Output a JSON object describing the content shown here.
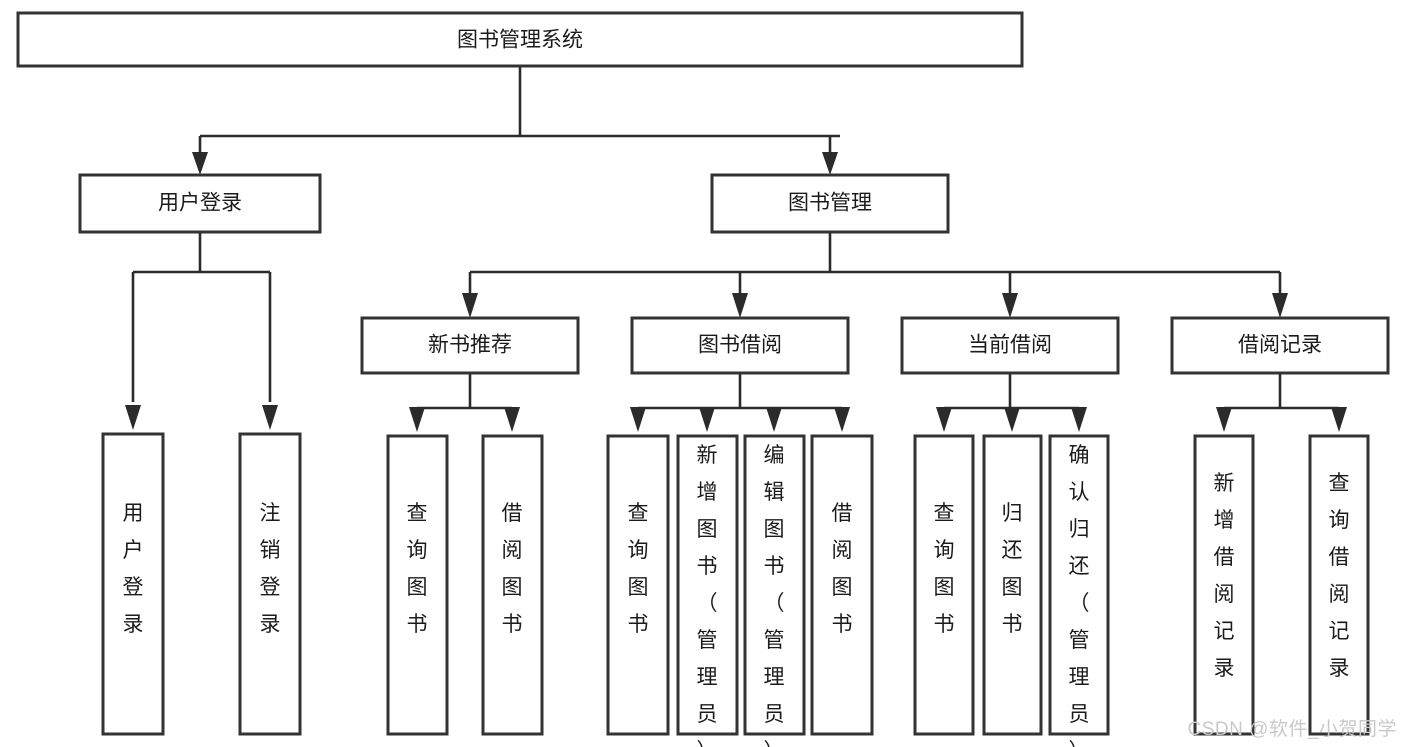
{
  "diagram": {
    "type": "tree-hierarchy",
    "orientation": "top-down",
    "root": {
      "id": "root",
      "label": "图书管理系统"
    },
    "level1": [
      {
        "id": "user-login",
        "label": "用户登录"
      },
      {
        "id": "book-management",
        "label": "图书管理"
      }
    ],
    "level2": [
      {
        "id": "new-book-recommend",
        "label": "新书推荐",
        "parent": "book-management"
      },
      {
        "id": "book-borrow",
        "label": "图书借阅",
        "parent": "book-management"
      },
      {
        "id": "current-borrow",
        "label": "当前借阅",
        "parent": "book-management"
      },
      {
        "id": "borrow-record",
        "label": "借阅记录",
        "parent": "book-management"
      }
    ],
    "leaves": {
      "user-login": [
        {
          "id": "leaf-user-login",
          "label": "用户登录"
        },
        {
          "id": "leaf-logout-login",
          "label": "注销登录"
        }
      ],
      "new-book-recommend": [
        {
          "id": "leaf-query-book-1",
          "label": "查询图书"
        },
        {
          "id": "leaf-borrow-book-1",
          "label": "借阅图书"
        }
      ],
      "book-borrow": [
        {
          "id": "leaf-query-book-2",
          "label": "查询图书"
        },
        {
          "id": "leaf-add-book",
          "label": "新增图书（管理员）"
        },
        {
          "id": "leaf-edit-book",
          "label": "编辑图书（管理员）"
        },
        {
          "id": "leaf-borrow-book-2",
          "label": "借阅图书"
        }
      ],
      "current-borrow": [
        {
          "id": "leaf-query-book-3",
          "label": "查询图书"
        },
        {
          "id": "leaf-return-book",
          "label": "归还图书"
        },
        {
          "id": "leaf-confirm-return",
          "label": "确认归还（管理员）"
        }
      ],
      "borrow-record": [
        {
          "id": "leaf-add-record",
          "label": "新增借阅记录"
        },
        {
          "id": "leaf-query-record",
          "label": "查询借阅记录"
        }
      ]
    }
  },
  "watermark": {
    "text": "CSDN @软件_小贺同学"
  },
  "colors": {
    "box_stroke": "#333333",
    "box_fill": "#ffffff",
    "connector": "#2b2b2b",
    "text": "#1b1b1b",
    "watermark": "#c9c9c9",
    "page_background": "#ffffff"
  }
}
